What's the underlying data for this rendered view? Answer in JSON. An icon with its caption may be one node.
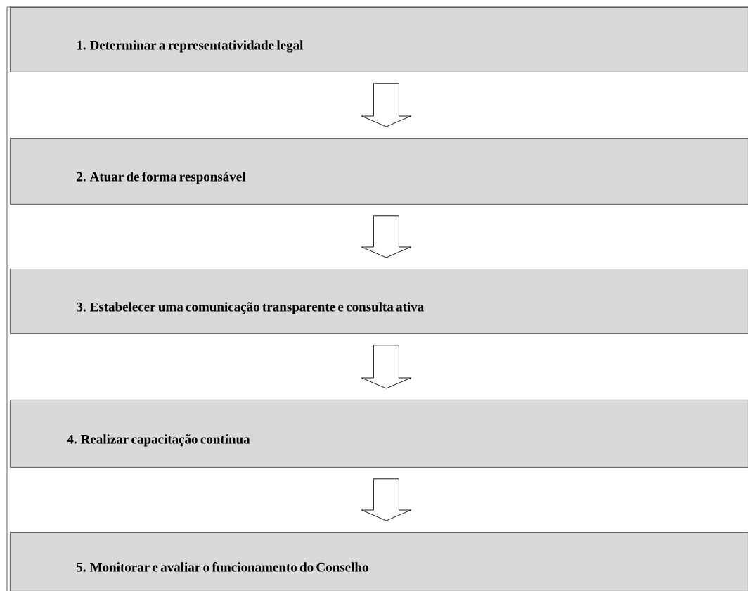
{
  "diagram": {
    "nodes": [
      {
        "text": [
          "1. Determinar a representatividade legal"
        ]
      },
      {
        "text": [
          "2. Atuar de forma responsável"
        ]
      },
      {
        "text": [
          "3. Estabelecer uma comunicação transparente e consulta ativa"
        ]
      },
      {
        "text": [
          "4. Realizar capacitação contínua"
        ]
      },
      {
        "text": [
          "5. Monitorar e avaliar o funcionamento do Conselho"
        ]
      }
    ],
    "edges": [
      {
        "from": 0,
        "to": 1,
        "arrow": "to"
      },
      {
        "from": 1,
        "to": 2,
        "arrow": "to"
      },
      {
        "from": 2,
        "to": 3,
        "arrow": "to"
      },
      {
        "from": 3,
        "to": 4,
        "arrow": "to"
      }
    ]
  }
}
